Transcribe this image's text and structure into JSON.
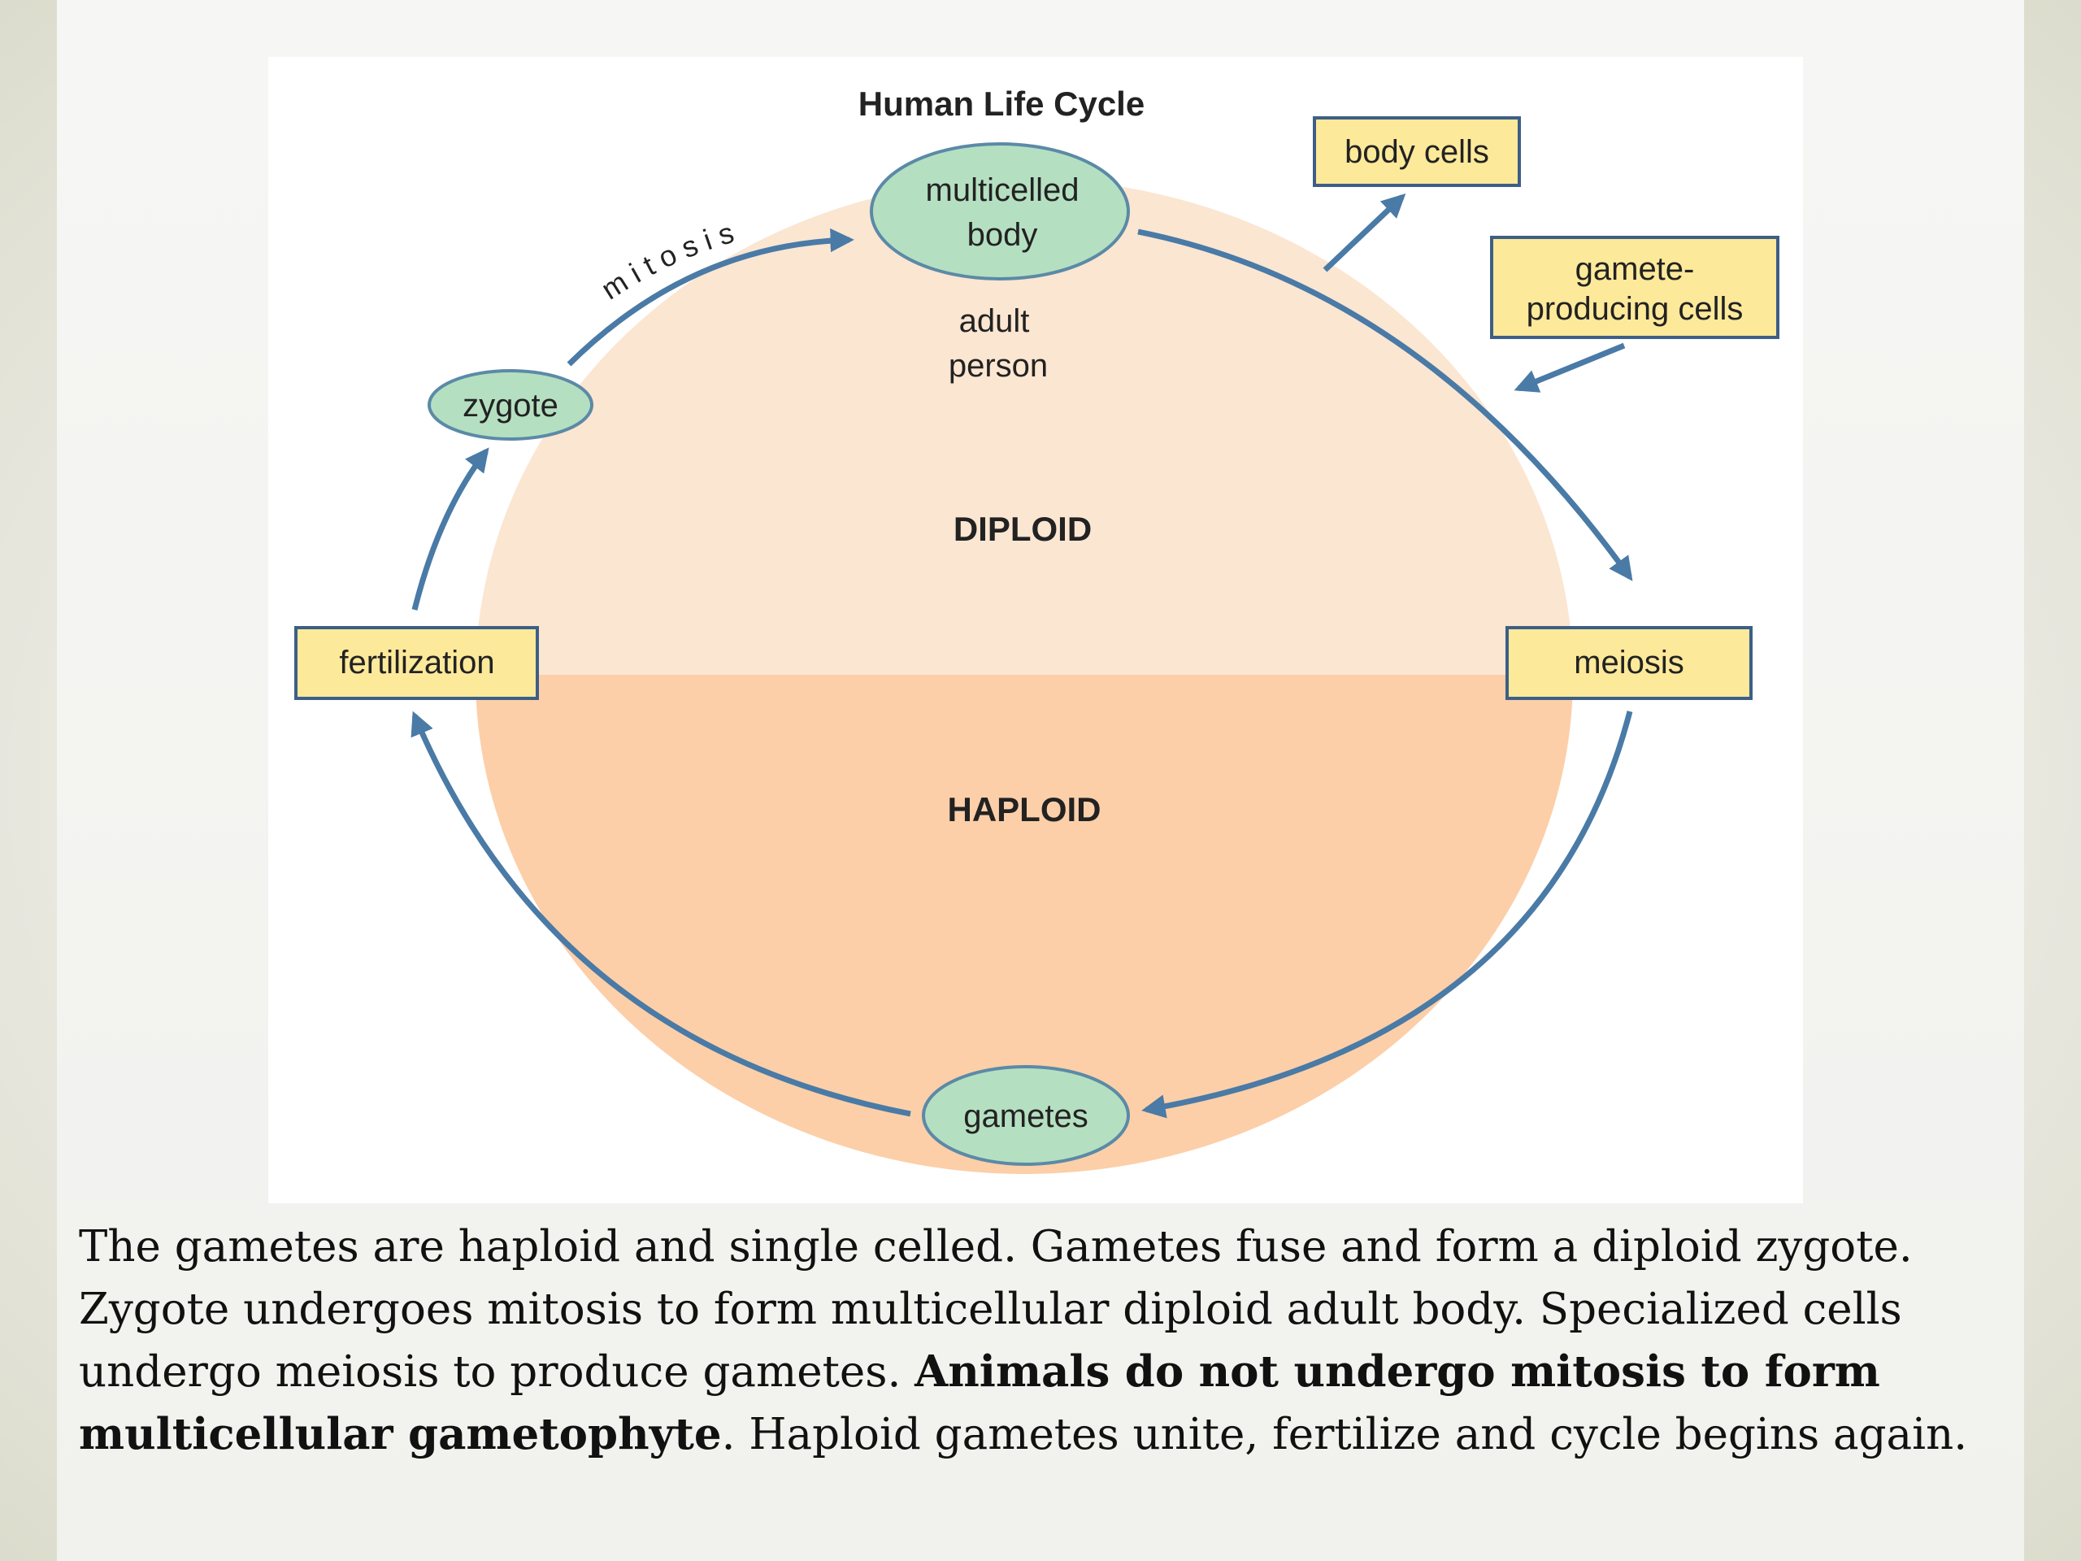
{
  "diagram": {
    "title": "Human Life Cycle",
    "nodes": {
      "multicelled_body": [
        "multicelled",
        "body"
      ],
      "adult_person": [
        "adult",
        "person"
      ],
      "zygote": "zygote",
      "gametes": "gametes",
      "body_cells": "body cells",
      "gamete_producing_cells": [
        "gamete-",
        "producing cells"
      ],
      "fertilization": "fertilization",
      "meiosis": "meiosis",
      "mitosis": "mitosis"
    },
    "regions": {
      "diploid": "DIPLOID",
      "haploid": "HAPLOID"
    },
    "colors": {
      "diploid_fill": "#fbe6d2",
      "haploid_fill": "#fccfa8",
      "arrow": "#4a7aa6",
      "label_box_fill": "#fde99a",
      "label_box_border": "#3d5f86",
      "oval_fill": "#b5dfc1",
      "oval_border": "#5b8aa7"
    }
  },
  "caption": {
    "line1": "The gametes are haploid and single celled.  Gametes fuse and form a diploid zygote.",
    "line2": "Zygote undergoes mitosis to form multicellular diploid adult body.  Specialized cells",
    "line3_plain": "undergo meiosis to produce gametes. ",
    "line3_bold": "Animals do not undergo mitosis to form",
    "line4_bold": "multicellular gametophyte",
    "line4_plain": ".  Haploid gametes unite, fertilize and cycle begins again."
  }
}
